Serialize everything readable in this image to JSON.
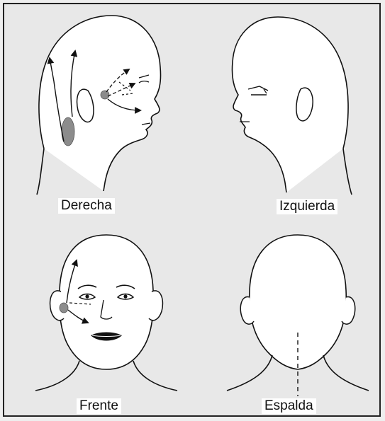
{
  "labels": {
    "right": "Derecha",
    "left": "Izquierda",
    "front": "Frente",
    "back": "Espalda"
  },
  "colors": {
    "ink": "#111111",
    "paper": "#ffffff",
    "trigger_point": "#8c8c8c"
  }
}
